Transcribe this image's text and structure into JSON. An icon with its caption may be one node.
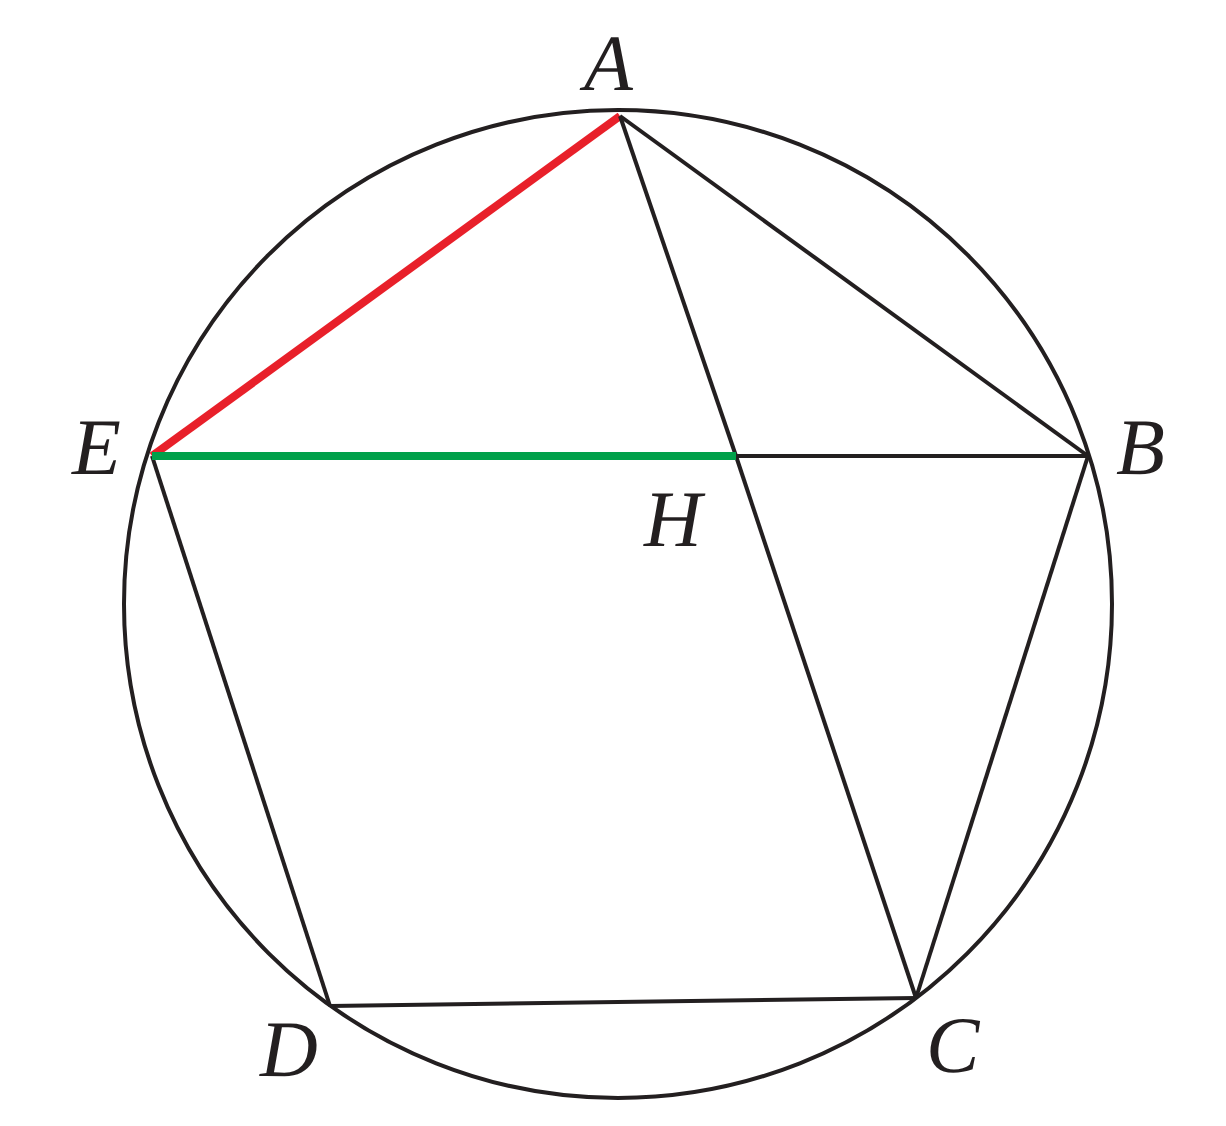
{
  "diagram": {
    "nodes": [
      {
        "text": [
          "A"
        ]
      },
      {
        "text": [
          "B"
        ]
      },
      {
        "text": [
          "C"
        ]
      },
      {
        "text": [
          "D"
        ]
      },
      {
        "text": [
          "E"
        ]
      },
      {
        "text": [
          "H"
        ]
      }
    ],
    "edges": [
      {
        "from": 0,
        "to": 1,
        "arrow": "none"
      },
      {
        "from": 1,
        "to": 2,
        "arrow": "none"
      },
      {
        "from": 2,
        "to": 3,
        "arrow": "none"
      },
      {
        "from": 3,
        "to": 4,
        "arrow": "none"
      },
      {
        "from": 4,
        "to": 0,
        "arrow": "none",
        "style": "thick",
        "color": "#e8202a"
      },
      {
        "from": 0,
        "to": 5,
        "arrow": "none"
      },
      {
        "from": 5,
        "to": 2,
        "arrow": "none"
      },
      {
        "from": 4,
        "to": 5,
        "arrow": "none",
        "style": "thick",
        "color": "#00a04a"
      },
      {
        "from": 5,
        "to": 1,
        "arrow": "none"
      }
    ]
  }
}
